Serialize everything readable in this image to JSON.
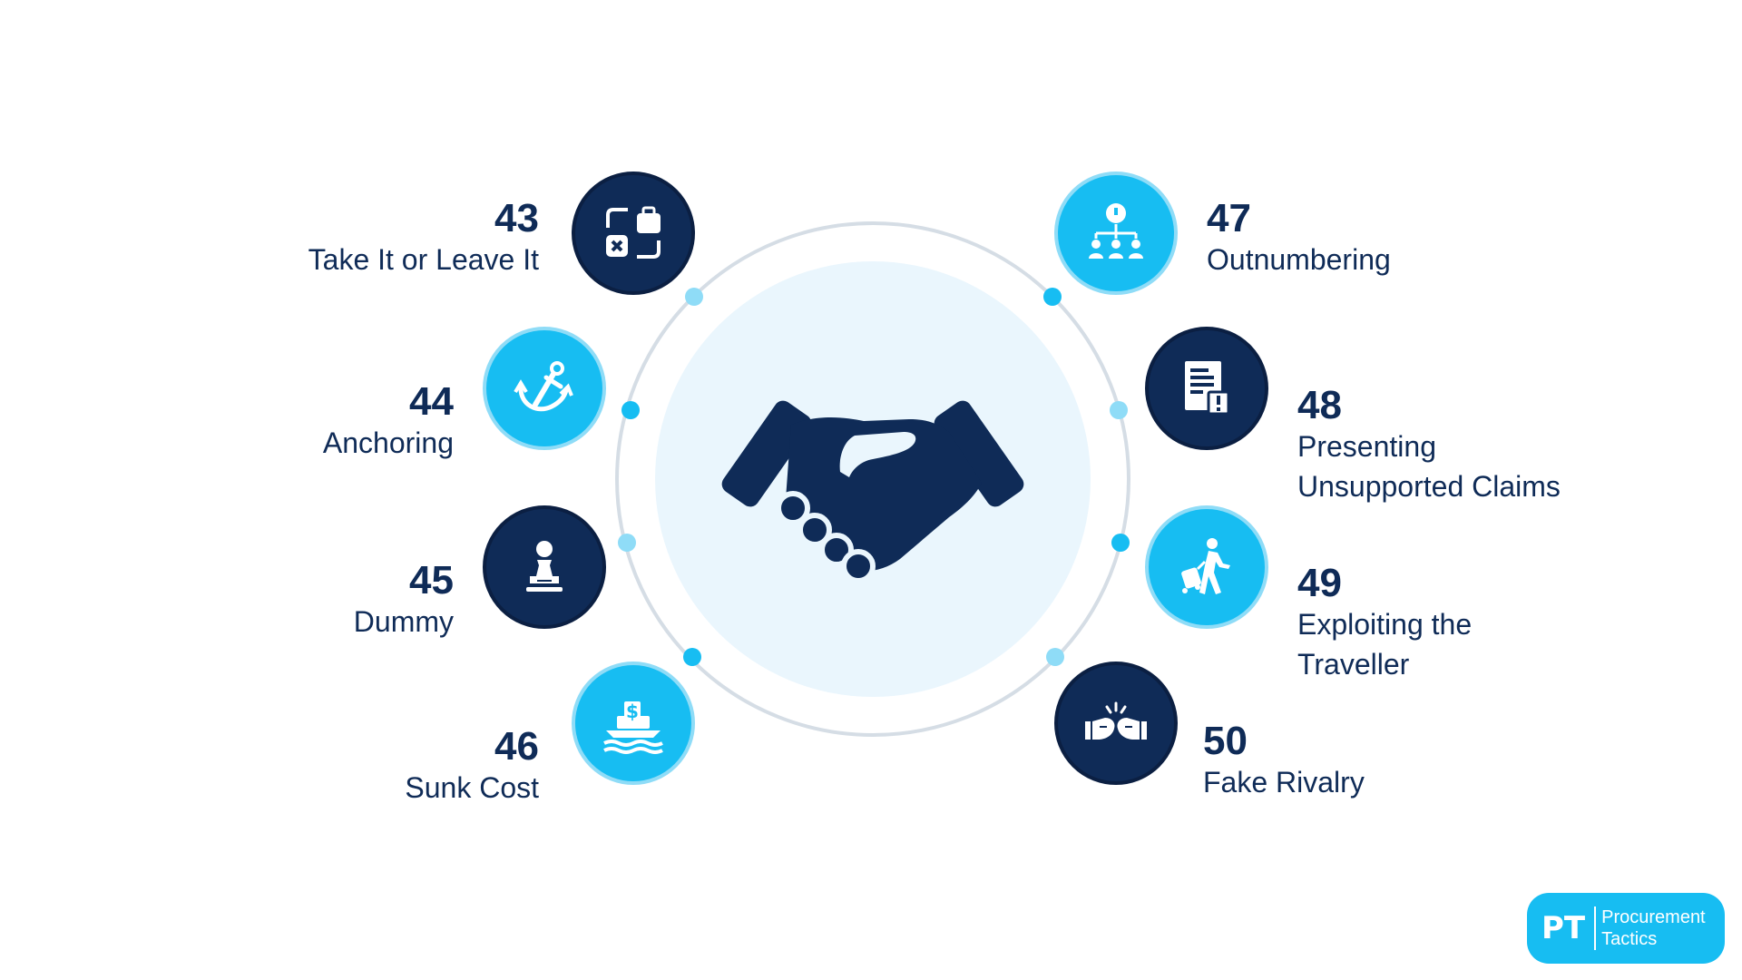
{
  "colors": {
    "navy": "#0f2b57",
    "cyan": "#17bdf2",
    "ring": "#d5dde5",
    "center_fill": "#eaf6fd"
  },
  "center_icon": "handshake-icon",
  "tactics": [
    {
      "number": "43",
      "name": "Take It or Leave It",
      "icon": "choice-icon",
      "style": "dark"
    },
    {
      "number": "44",
      "name": "Anchoring",
      "icon": "anchor-icon",
      "style": "light"
    },
    {
      "number": "45",
      "name": "Dummy",
      "icon": "chess-pawn-icon",
      "style": "dark"
    },
    {
      "number": "46",
      "name": "Sunk Cost",
      "icon": "sinking-ship-icon",
      "style": "light"
    },
    {
      "number": "47",
      "name": "Outnumbering",
      "icon": "org-chart-icon",
      "style": "light"
    },
    {
      "number": "48",
      "name": "Presenting Unsupported Claims",
      "name_lines": [
        "Presenting",
        "Unsupported Claims"
      ],
      "icon": "document-warning-icon",
      "style": "dark"
    },
    {
      "number": "49",
      "name": "Exploiting the Traveller",
      "name_lines": [
        "Exploiting the",
        "Traveller"
      ],
      "icon": "traveller-icon",
      "style": "light"
    },
    {
      "number": "50",
      "name": "Fake Rivalry",
      "icon": "rivalry-fists-icon",
      "style": "dark"
    }
  ],
  "logo": {
    "abbr": "PT",
    "line1": "Procurement",
    "line2": "Tactics"
  }
}
